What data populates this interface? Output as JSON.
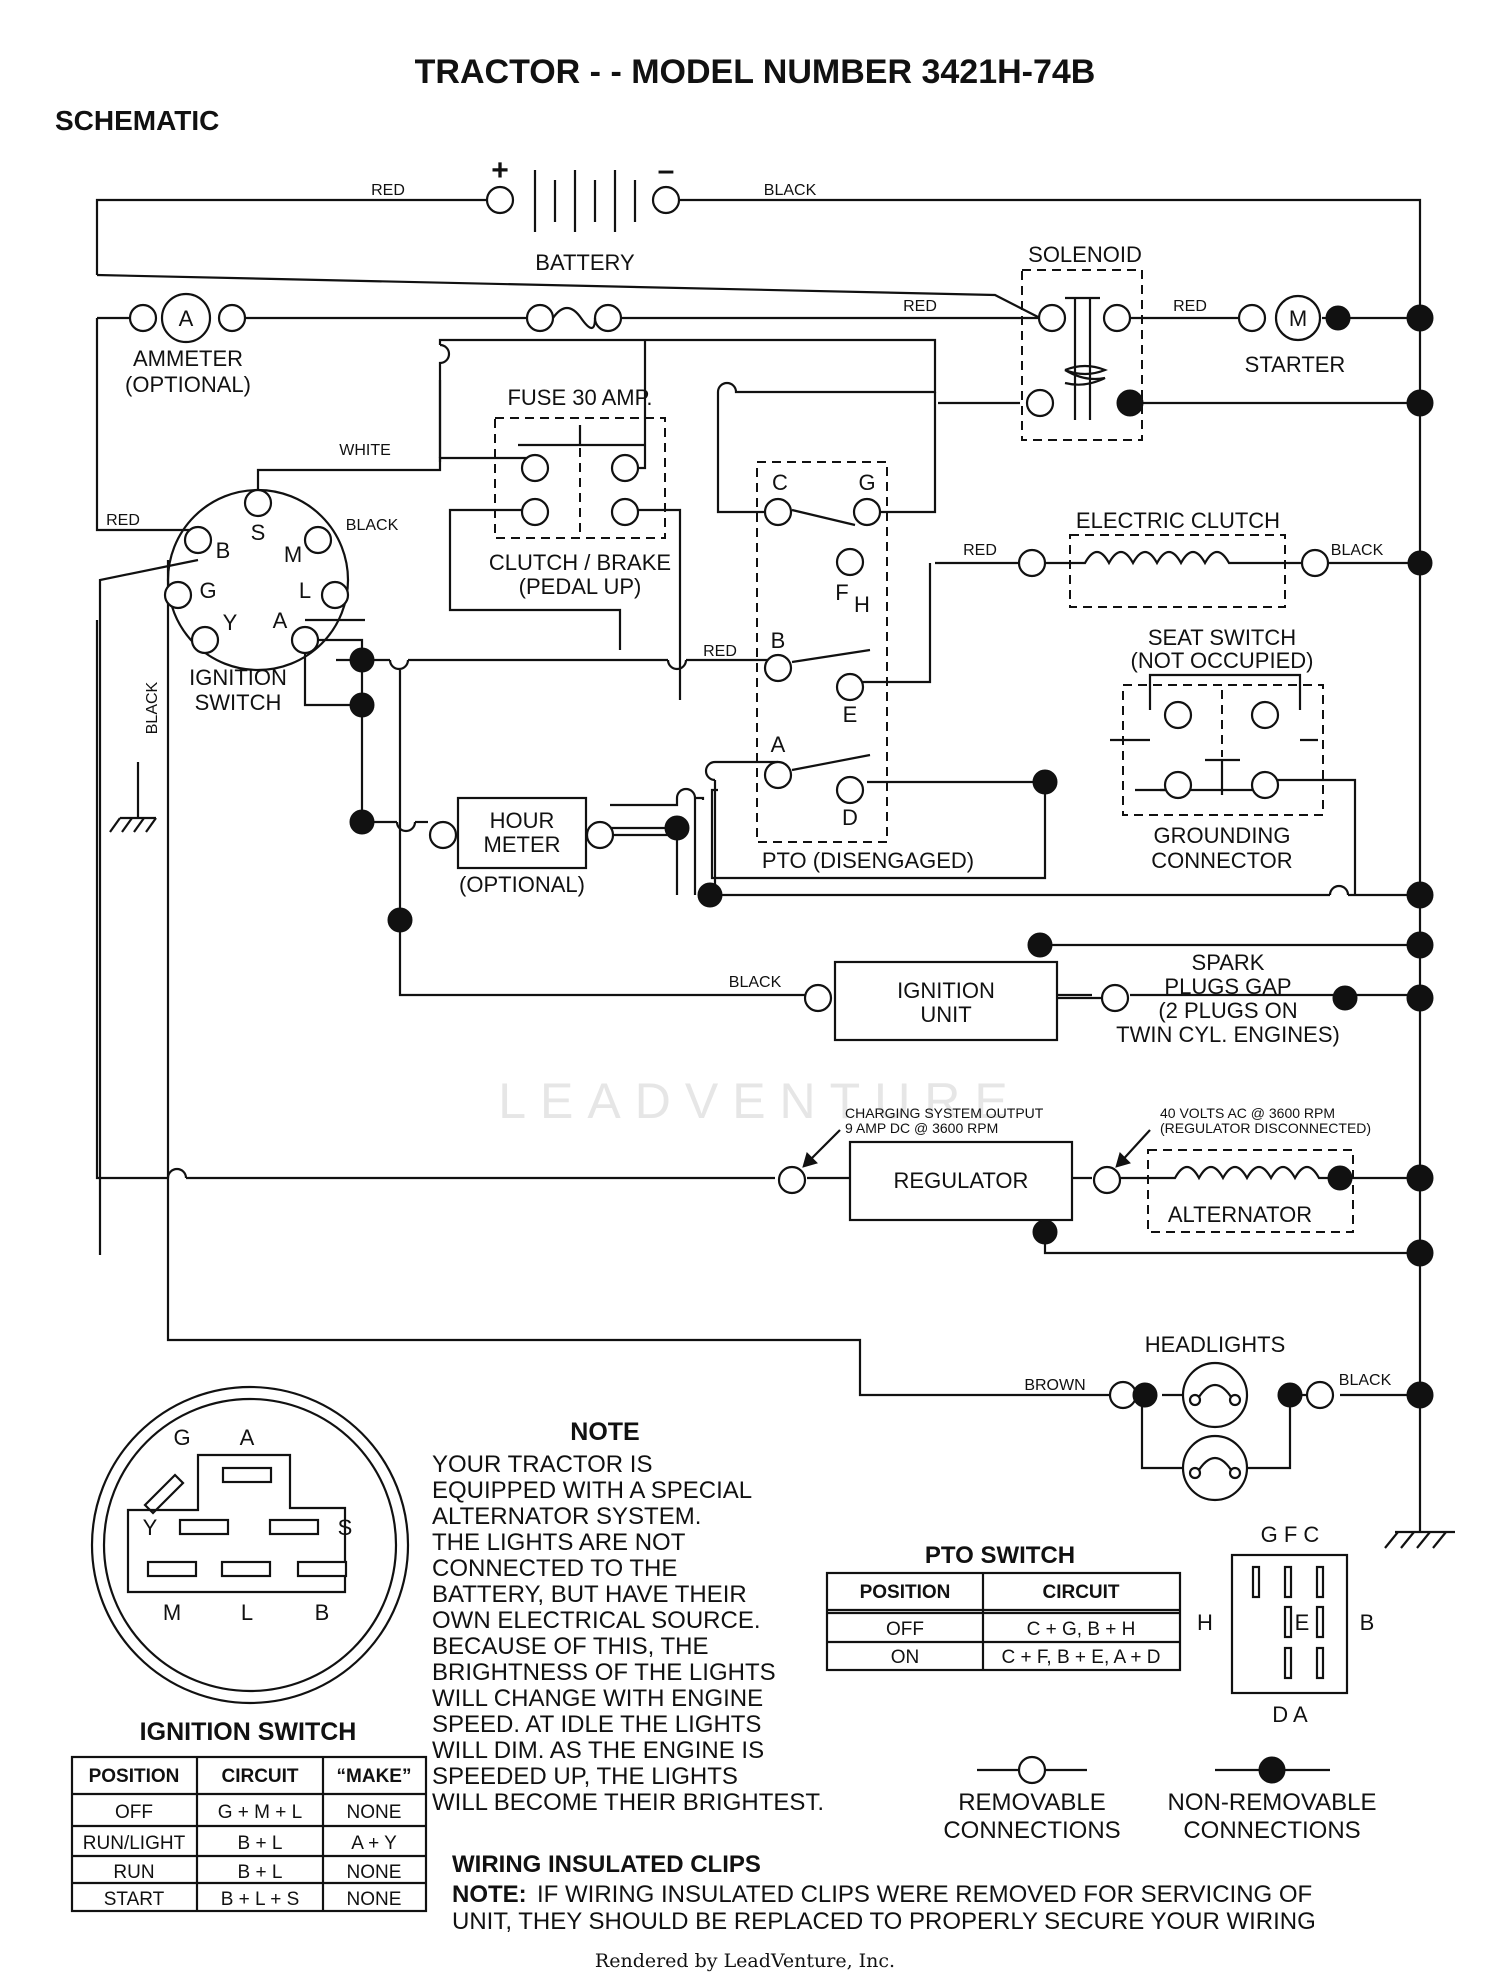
{
  "title": "TRACTOR - - MODEL NUMBER 3421H-74B",
  "section": "SCHEMATIC",
  "components": {
    "battery": "BATTERY",
    "battery_plus": "+",
    "battery_minus": "–",
    "solenoid": "SOLENOID",
    "starter": "STARTER",
    "starter_symbol": "M",
    "ammeter": "AMMETER",
    "ammeter_optional": "(OPTIONAL)",
    "ammeter_symbol": "A",
    "fuse": "FUSE 30 AMP.",
    "clutch_brake": "CLUTCH / BRAKE",
    "clutch_brake_sub": "(PEDAL UP)",
    "ignition_switch_1": "IGNITION",
    "ignition_switch_2": "SWITCH",
    "electric_clutch": "ELECTRIC CLUTCH",
    "seat_switch": "SEAT SWITCH",
    "seat_switch_sub": "(NOT OCCUPIED)",
    "grounding_connector_1": "GROUNDING",
    "grounding_connector_2": "CONNECTOR",
    "hour_meter_1": "HOUR",
    "hour_meter_2": "METER",
    "hour_meter_optional": "(OPTIONAL)",
    "pto": "PTO (DISENGAGED)",
    "ignition_unit_1": "IGNITION",
    "ignition_unit_2": "UNIT",
    "spark_plugs": [
      "SPARK",
      "PLUGS GAP",
      "(2 PLUGS ON",
      "TWIN CYL. ENGINES)"
    ],
    "regulator": "REGULATOR",
    "alternator": "ALTERNATOR",
    "charging_output": [
      "CHARGING SYSTEM OUTPUT",
      "9 AMP DC @ 3600 RPM"
    ],
    "alternator_output": [
      "40 VOLTS AC @ 3600 RPM",
      "(REGULATOR DISCONNECTED)"
    ],
    "headlights": "HEADLIGHTS"
  },
  "wire_labels": {
    "red": "RED",
    "black": "BLACK",
    "white": "WHITE",
    "brown": "BROWN"
  },
  "ignition_terminals": [
    "B",
    "S",
    "M",
    "G",
    "L",
    "Y",
    "A"
  ],
  "pto_terminals": [
    "C",
    "G",
    "F",
    "H",
    "B",
    "E",
    "A",
    "D"
  ],
  "plug_top_letters": [
    "G",
    "A"
  ],
  "plug_terminals": [
    "Y",
    "S",
    "M",
    "L",
    "B"
  ],
  "note": {
    "heading": "NOTE",
    "lines": [
      "YOUR TRACTOR IS",
      "EQUIPPED WITH A SPECIAL",
      "ALTERNATOR SYSTEM.",
      "THE LIGHTS ARE NOT",
      "CONNECTED TO THE",
      "BATTERY, BUT HAVE THEIR",
      "OWN ELECTRICAL SOURCE.",
      "BECAUSE OF THIS, THE",
      "BRIGHTNESS OF THE LIGHTS",
      "WILL CHANGE WITH ENGINE",
      "SPEED.  AT IDLE THE LIGHTS",
      "WILL DIM.  AS THE ENGINE IS",
      "SPEEDED UP, THE LIGHTS",
      "WILL BECOME THEIR BRIGHTEST."
    ]
  },
  "ignition_table": {
    "title": "IGNITION SWITCH",
    "headers": [
      "POSITION",
      "CIRCUIT",
      "“MAKE”"
    ],
    "rows": [
      [
        "OFF",
        "G + M + L",
        "NONE"
      ],
      [
        "RUN/LIGHT",
        "B + L",
        "A + Y"
      ],
      [
        "RUN",
        "B + L",
        "NONE"
      ],
      [
        "START",
        "B + L + S",
        "NONE"
      ]
    ]
  },
  "pto_table": {
    "title": "PTO SWITCH",
    "headers": [
      "POSITION",
      "CIRCUIT"
    ],
    "rows": [
      [
        "OFF",
        "C + G, B + H"
      ],
      [
        "ON",
        "C + F, B + E, A + D"
      ]
    ]
  },
  "pto_face": {
    "top": "G F C",
    "left": "H",
    "right": "B",
    "center": "E",
    "bottom": "D  A"
  },
  "legend": {
    "removable": [
      "REMOVABLE",
      "CONNECTIONS"
    ],
    "non_removable": [
      "NON-REMOVABLE",
      "CONNECTIONS"
    ]
  },
  "clips": {
    "heading": "WIRING INSULATED CLIPS",
    "note_label": "NOTE:",
    "line1": "IF WIRING INSULATED CLIPS WERE REMOVED FOR SERVICING OF",
    "line2": "UNIT, THEY SHOULD BE REPLACED TO PROPERLY SECURE YOUR WIRING"
  },
  "watermark": "LEADVENTURE",
  "footer": "Rendered by LeadVenture, Inc."
}
